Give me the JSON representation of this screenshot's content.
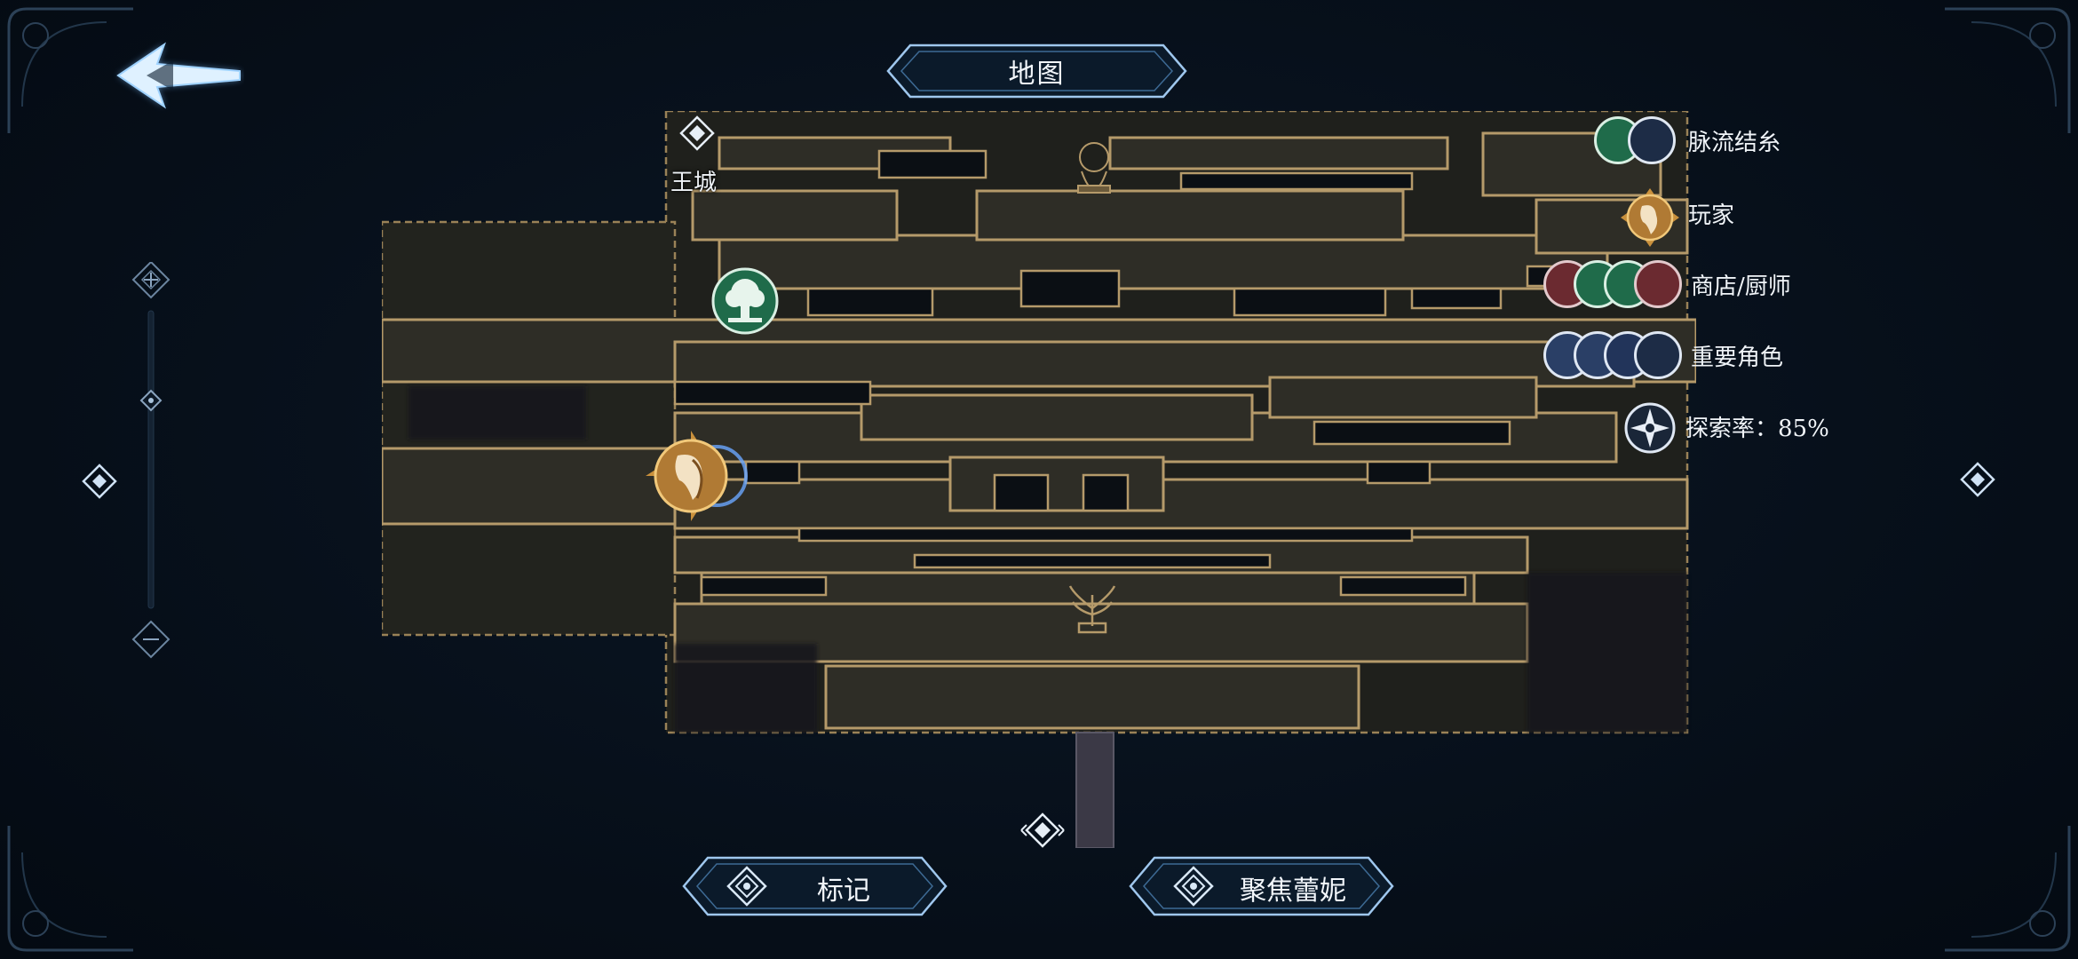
{
  "header": {
    "title": "地图",
    "back_icon": "arrow-left-icon"
  },
  "map": {
    "locations": [
      {
        "name": "王城",
        "icon": "diamond-waypoint-icon"
      }
    ],
    "markers": [
      {
        "type": "tree-vein-node",
        "icon": "tree-icon"
      },
      {
        "type": "player",
        "icon": "player-icon"
      },
      {
        "type": "gate",
        "icon": "plant-gate-icon"
      },
      {
        "type": "south-exit",
        "icon": "diamond-waypoint-icon"
      }
    ]
  },
  "legend": {
    "items": [
      {
        "label": "脉流结糸",
        "icon": "tree-node-icon"
      },
      {
        "label": "玩家",
        "icon": "player-icon"
      },
      {
        "label": "商店/厨师",
        "icon": "shop-icon"
      },
      {
        "label": "重要角色",
        "icon": "character-icon"
      },
      {
        "label": "探索率：85%",
        "icon": "compass-icon"
      }
    ]
  },
  "zoom": {
    "in_icon": "zoom-in-icon",
    "out_icon": "zoom-out-icon",
    "level": 0.3
  },
  "nav": {
    "left_icon": "page-left-icon",
    "right_icon": "page-right-icon"
  },
  "buttons": {
    "mark": "标记",
    "focus": "聚焦蕾妮"
  },
  "colors": {
    "background": "#07101b",
    "map_floor": "#2a2a24",
    "map_wall_line": "#b59a6a",
    "ui_accent": "#8fc4ff",
    "player_gold": "#c9903c",
    "node_green": "#1f6b4a",
    "shop_red": "#6b2a30",
    "char_blue": "#2a3f66"
  }
}
